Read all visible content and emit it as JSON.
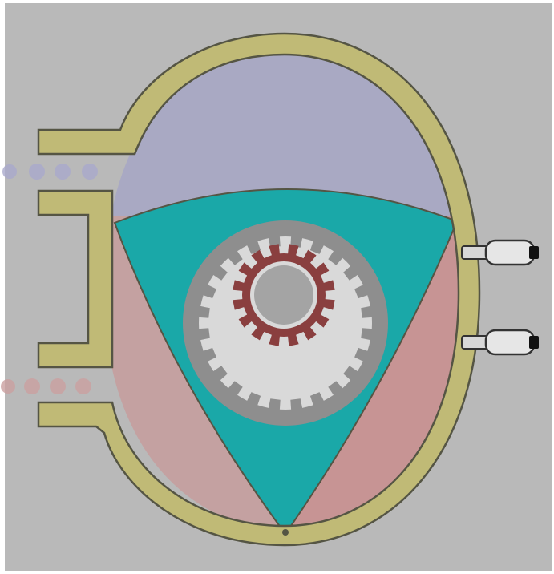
{
  "diagram": {
    "subject": "",
    "colors": {
      "frame": "#ffffff",
      "background": "#b9b9b9",
      "housing": "#c0ba76",
      "outline": "#555544",
      "top_chamber": "#a9a9c3",
      "left_chamber": "#c4a1a1",
      "right_chamber": "#c79494",
      "rotor": "#1aa8a8",
      "rotor_gear": "#8e8e8e",
      "inner_gear": "#d9d9d9",
      "shaft_gear": "#8a3f3f",
      "shaft": "#a4a4a4",
      "spark_plug": "#e6e6e6",
      "intake_haze": "#a9a9cc",
      "exhaust_haze": "#caa0a0"
    },
    "parts": [
      {
        "id": "housing",
        "icon": "housing-icon"
      },
      {
        "id": "rotor",
        "icon": "rotor-icon"
      },
      {
        "id": "eccentric-shaft",
        "icon": "shaft-icon"
      },
      {
        "id": "spark-plug-leading",
        "icon": "spark-plug-icon"
      },
      {
        "id": "spark-plug-trailing",
        "icon": "spark-plug-icon"
      },
      {
        "id": "intake-port",
        "icon": "intake-port-icon"
      },
      {
        "id": "exhaust-port",
        "icon": "exhaust-port-icon"
      }
    ],
    "rotor_gear_teeth": 24,
    "shaft_gear_teeth": 16
  }
}
